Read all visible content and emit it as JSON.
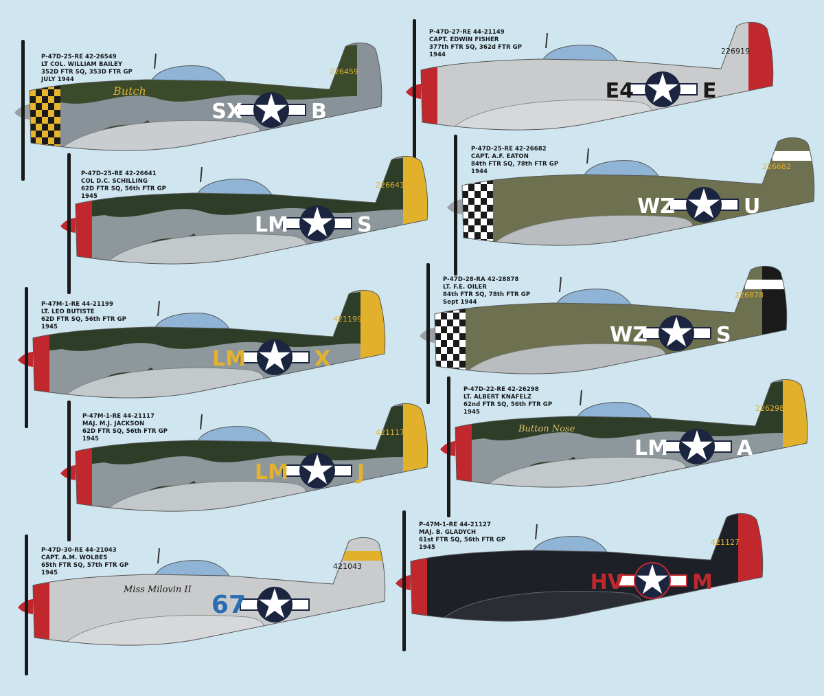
{
  "aircraft": [
    {
      "caption": [
        "P-47D-25-RE 42-26549",
        "LT COL. WILLIAM BAILEY",
        "352D FTR SQ, 353D FTR GP",
        "JULY 1944"
      ],
      "codes_left": "SX",
      "code_right": "B",
      "serial": "226459",
      "nose_art": "Butch",
      "colors": {
        "body": "#8a9299",
        "camo": "#3a4a2b",
        "nose": "checker-yellow",
        "nose_a": "#e8b52e",
        "nose_b": "#1a1a1a",
        "rudder": "#8a9299",
        "band": "",
        "codes": "#ffffff",
        "belly": "#c9cdd0",
        "art": "#d9b23a"
      }
    },
    {
      "caption": [
        "P-47D-27-RE 44-21149",
        "CAPT. EDWIN FISHER",
        "377th FTR SQ, 362d FTR GP",
        "1944"
      ],
      "codes_left": "E4",
      "code_right": "E",
      "serial": "226919",
      "nose_art": "",
      "colors": {
        "body": "#c9cbcd",
        "camo": "",
        "nose": "solid",
        "nose_a": "#c0282d",
        "nose_b": "",
        "rudder": "#c0282d",
        "band": "",
        "codes": "#1a1a1a",
        "belly": "#d6d8da",
        "art": "#b02a40"
      }
    },
    {
      "caption": [
        "P-47D-25-RE 42-26641",
        "COL D.C. SCHILLING",
        "62D FTR SQ, 56th FTR GP",
        "1945"
      ],
      "codes_left": "LM",
      "code_right": "S",
      "serial": "226641",
      "nose_art": "",
      "colors": {
        "body": "#8e979c",
        "camo": "#2e3d27",
        "nose": "solid",
        "nose_a": "#c0282d",
        "nose_b": "",
        "rudder": "#e2b12c",
        "band": "",
        "codes": "#ffffff",
        "belly": "#c3c8cb",
        "art": "#e0c070"
      }
    },
    {
      "caption": [
        "P-47D-25-RE 42-26682",
        "CAPT. A.F. EATON",
        "84th FTR SQ, 78th FTR GP",
        "1944"
      ],
      "codes_left": "WZ",
      "code_right": "U",
      "serial": "226682",
      "nose_art": "",
      "colors": {
        "body": "#6e7150",
        "camo": "",
        "nose": "checker-white",
        "nose_a": "#ffffff",
        "nose_b": "#1a1a1a",
        "rudder": "#6e7150",
        "band": "#ffffff",
        "codes": "#ffffff",
        "belly": "#b9bdbf",
        "art": "#d08a5a"
      }
    },
    {
      "caption": [
        "P-47M-1-RE 44-21199",
        "LT. LEO BUTISTE",
        "62D FTR SQ, 56th FTR GP",
        "1945"
      ],
      "codes_left": "LM",
      "code_right": "X",
      "serial": "421199",
      "nose_art": "",
      "colors": {
        "body": "#8e979c",
        "camo": "#2e3d27",
        "nose": "solid",
        "nose_a": "#c0282d",
        "nose_b": "",
        "rudder": "#e2b12c",
        "band": "",
        "codes": "#e3b22e",
        "belly": "#c3c8cb",
        "art": "#e0c070"
      }
    },
    {
      "caption": [
        "P-47D-28-RA 42-28878",
        "LT. F.E. OILER",
        "84th FTR SQ, 78th FTR GP",
        "Sept 1944"
      ],
      "codes_left": "WZ",
      "code_right": "S",
      "serial": "226878",
      "nose_art": "",
      "colors": {
        "body": "#6e7150",
        "camo": "",
        "nose": "checker-white",
        "nose_a": "#ffffff",
        "nose_b": "#1a1a1a",
        "rudder": "#1a1a1a",
        "band": "#ffffff",
        "codes": "#ffffff",
        "belly": "#b9bdbf",
        "art": "#d09040"
      }
    },
    {
      "caption": [
        "P-47M-1-RE 44-21117",
        "MAJ. M.J. JACKSON",
        "62D FTR SQ, 56th FTR GP",
        "1945"
      ],
      "codes_left": "LM",
      "code_right": "J",
      "serial": "421117",
      "nose_art": "",
      "colors": {
        "body": "#8e979c",
        "camo": "#2e3d27",
        "nose": "solid",
        "nose_a": "#c0282d",
        "nose_b": "",
        "rudder": "#e2b12c",
        "band": "",
        "codes": "#e3b22e",
        "belly": "#c3c8cb",
        "art": "#e0c070"
      }
    },
    {
      "caption": [
        "P-47D-22-RE 42-26298",
        "LT. ALBERT KNAFELZ",
        "62nd FTR SQ, 56th FTR GP",
        "1945"
      ],
      "codes_left": "LM",
      "code_right": "A",
      "serial": "226298",
      "nose_art": "Button Nose",
      "colors": {
        "body": "#8e979c",
        "camo": "#2e3d27",
        "nose": "solid",
        "nose_a": "#c0282d",
        "nose_b": "",
        "rudder": "#e2b12c",
        "band": "",
        "codes": "#ffffff",
        "belly": "#c3c8cb",
        "art": "#e0c070"
      }
    },
    {
      "caption": [
        "P-47D-30-RE 44-21043",
        "CAPT. A.M. WOLBES",
        "65th FTR SQ, 57th FTR GP",
        "1945"
      ],
      "codes_left": "67",
      "code_right": "",
      "serial": "421043",
      "nose_art": "Miss Milovin II",
      "colors": {
        "body": "#c9cbcd",
        "camo": "",
        "nose": "solid",
        "nose_a": "#c0282d",
        "nose_b": "",
        "rudder": "#c9cbcd",
        "band": "#e2b12c",
        "codes": "#2a6db0",
        "belly": "#d6d8da",
        "art": "#1a1a1a"
      }
    },
    {
      "caption": [
        "P-47M-1-RE 44-21127",
        "MAJ. B. GLADYCH",
        "61st FTR SQ, 56th FTR GP",
        "1945"
      ],
      "codes_left": "HV",
      "code_right": "M",
      "serial": "421127",
      "nose_art": "",
      "colors": {
        "body": "#1d2027",
        "camo": "",
        "nose": "solid",
        "nose_a": "#c0282d",
        "nose_b": "",
        "rudder": "#c0282d",
        "band": "",
        "codes": "#c0282d",
        "belly": "#2a2d33",
        "art": "#3a7ac0"
      }
    }
  ],
  "colors": {
    "background": "#cfe6f0",
    "insignia_blue": "#1b2540",
    "insignia_white": "#ffffff",
    "propeller": "#1a1a1a"
  }
}
